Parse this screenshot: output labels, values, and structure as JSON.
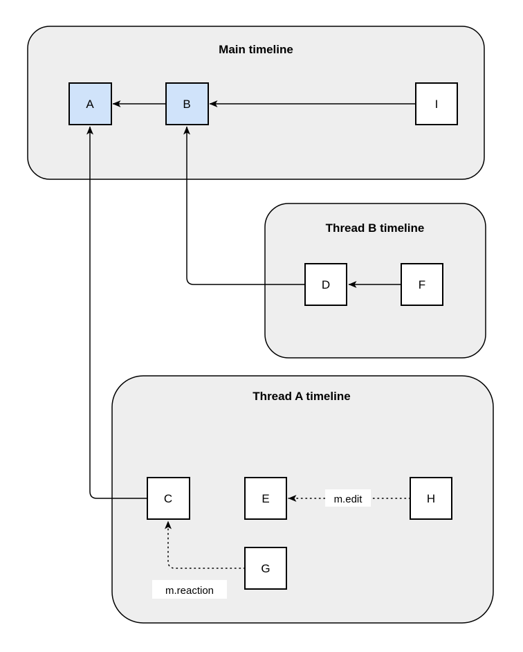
{
  "diagram": {
    "containers": {
      "main": {
        "title": "Main timeline"
      },
      "thread_b": {
        "title": "Thread B timeline"
      },
      "thread_a": {
        "title": "Thread A timeline"
      }
    },
    "nodes": {
      "a": {
        "label": "A",
        "highlighted": true
      },
      "b": {
        "label": "B",
        "highlighted": true
      },
      "i": {
        "label": "I",
        "highlighted": false
      },
      "d": {
        "label": "D",
        "highlighted": false
      },
      "f": {
        "label": "F",
        "highlighted": false
      },
      "c": {
        "label": "C",
        "highlighted": false
      },
      "e": {
        "label": "E",
        "highlighted": false
      },
      "h": {
        "label": "H",
        "highlighted": false
      },
      "g": {
        "label": "G",
        "highlighted": false
      }
    },
    "edges": [
      {
        "from": "B",
        "to": "A",
        "style": "solid",
        "label": ""
      },
      {
        "from": "I",
        "to": "B",
        "style": "solid",
        "label": ""
      },
      {
        "from": "F",
        "to": "D",
        "style": "solid",
        "label": ""
      },
      {
        "from": "D",
        "to": "B",
        "style": "solid",
        "label": ""
      },
      {
        "from": "C",
        "to": "A",
        "style": "solid",
        "label": ""
      },
      {
        "from": "H",
        "to": "E",
        "style": "dotted",
        "label": "m.edit"
      },
      {
        "from": "G",
        "to": "C",
        "style": "dotted",
        "label": "m.reaction"
      }
    ],
    "colors": {
      "container_fill": "#eeeeee",
      "container_stroke": "#000000",
      "node_highlight_fill": "#d0e3fa",
      "node_fill": "#ffffff",
      "node_stroke": "#000000",
      "edge_color": "#000000",
      "label_background": "#ffffff",
      "text_color": "#000000"
    }
  }
}
